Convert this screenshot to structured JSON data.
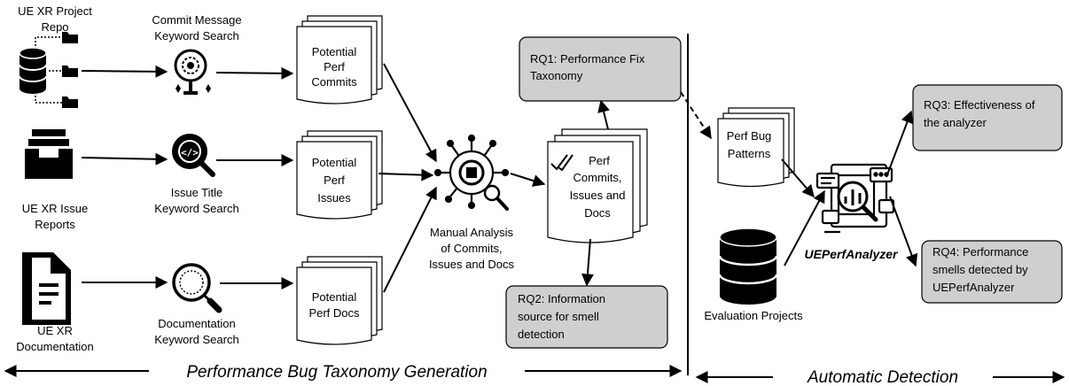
{
  "sources": {
    "repo_label": [
      "UE XR Project",
      "Repo"
    ],
    "issues_label": [
      "UE XR Issue",
      "Reports"
    ],
    "docs_label": [
      "UE XR",
      "Documentation"
    ]
  },
  "searches": {
    "commit_search": [
      "Commit Message",
      "Keyword Search"
    ],
    "issue_search": [
      "Issue Title",
      "Keyword Search"
    ],
    "doc_search": [
      "Documentation",
      "Keyword Search"
    ]
  },
  "stacks": {
    "commits": [
      "Potential",
      "Perf",
      "Commits"
    ],
    "issues": [
      "Potential",
      "Perf",
      "Issues"
    ],
    "docs": [
      "Potential",
      "Perf Docs"
    ],
    "perf_set": [
      "Perf",
      "Commits,",
      "Issues and",
      "Docs"
    ],
    "bug_patterns": [
      "Perf Bug",
      "Patterns"
    ]
  },
  "manual_analysis": [
    "Manual Analysis",
    "of Commits,",
    "Issues and Docs"
  ],
  "rq": {
    "rq1": [
      "RQ1: Performance Fix",
      "Taxonomy"
    ],
    "rq2": [
      "RQ2: Information",
      "source for smell",
      "detection"
    ],
    "rq3": [
      "RQ3: Effectiveness of",
      "the analyzer"
    ],
    "rq4": [
      "RQ4: Performance",
      "smells detected by",
      "UEPerfAnalyzer"
    ]
  },
  "tool_name": "UEPerfAnalyzer",
  "evaluation_label": "Evaluation Projects",
  "phases": {
    "left": "Performance Bug Taxonomy Generation",
    "right": "Automatic Detection"
  },
  "colors": {
    "rq_fill": "#cfcfcf",
    "stroke": "#000000"
  },
  "icons": [
    "database-icon",
    "folder-icon",
    "inbox-tray-icon",
    "document-icon",
    "gear-search-icon",
    "code-search-icon",
    "magnifier-icon",
    "circuit-brain-icon",
    "double-check-icon",
    "analyzer-dashboard-icon"
  ]
}
